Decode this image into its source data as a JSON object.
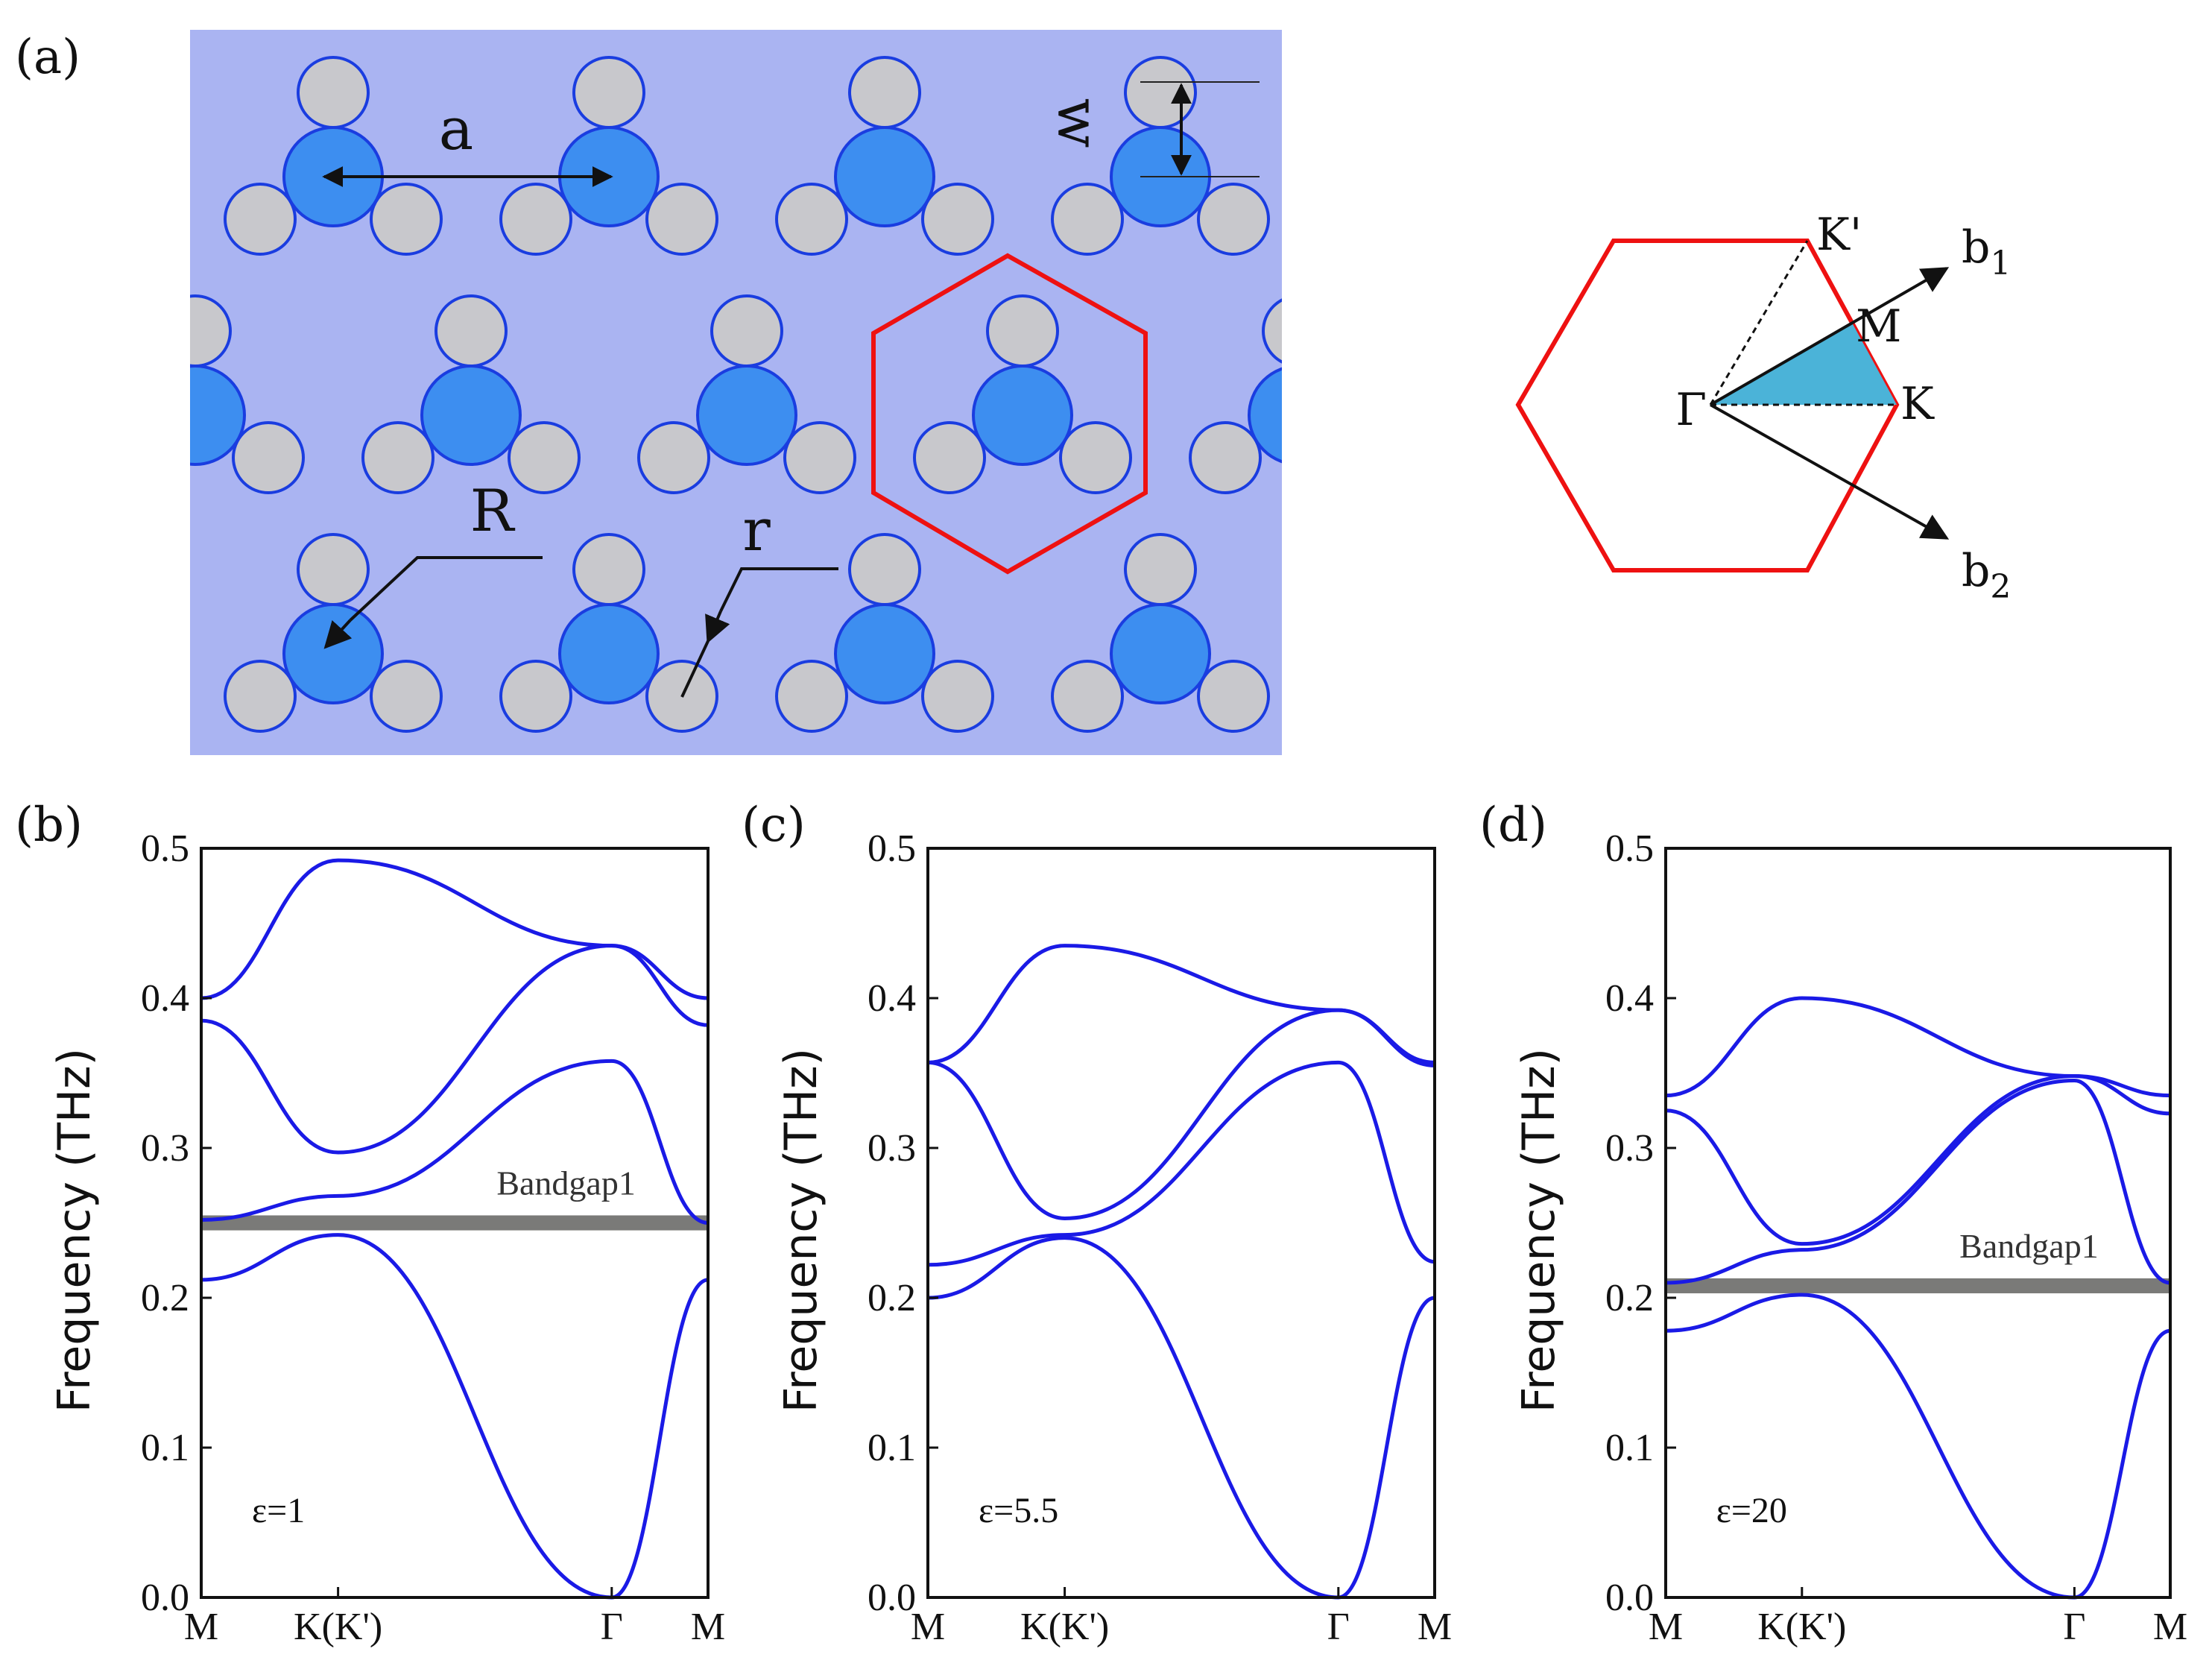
{
  "colors": {
    "lattice_bg": "#aab4f2",
    "large_cylinder": "#3d8ef0",
    "small_cylinder": "#c8c8cc",
    "cylinder_edge": "#1a3de0",
    "hexagon": "#ee1111",
    "ibz_fill": "#4bb3d8",
    "band": "#1a1ae6",
    "bandgap": "#7a7a78"
  },
  "panel_a": {
    "label": "(a)",
    "lattice_labels": {
      "a": "a",
      "w": "w",
      "R": "R",
      "r": "r"
    },
    "bz_labels": {
      "gamma": "Γ",
      "K": "K",
      "K_prime": "K'",
      "M": "M",
      "b1": "b",
      "b1_sub": "1",
      "b2": "b",
      "b2_sub": "2"
    }
  },
  "chart_data": [
    {
      "panel_label": "(b)",
      "type": "line",
      "ylabel": "Frequency  (THz)",
      "ylim": [
        0,
        0.5
      ],
      "yticks": [
        "0.0",
        "0.1",
        "0.2",
        "0.3",
        "0.4",
        "0.5"
      ],
      "x_ticks": [
        "M",
        "K(K')",
        "Γ",
        "M"
      ],
      "annotation": "ε=1",
      "bandgap": {
        "label": "Bandgap1",
        "range": [
          0.245,
          0.255
        ]
      },
      "series": [
        {
          "points": [
            [
              "M",
              0.212
            ],
            [
              "K",
              0.242
            ],
            [
              "Γ",
              0.0
            ],
            [
              "M",
              0.212
            ]
          ]
        },
        {
          "points": [
            [
              "M",
              0.252
            ],
            [
              "K",
              0.268
            ],
            [
              "Γ",
              0.358
            ],
            [
              "M",
              0.25
            ]
          ]
        },
        {
          "points": [
            [
              "M",
              0.385
            ],
            [
              "K",
              0.297
            ],
            [
              "Γ",
              0.435
            ],
            [
              "M",
              0.382
            ]
          ]
        },
        {
          "points": [
            [
              "M",
              0.4
            ],
            [
              "K",
              0.492
            ],
            [
              "Γ",
              0.435
            ],
            [
              "M",
              0.4
            ]
          ]
        }
      ]
    },
    {
      "panel_label": "(c)",
      "type": "line",
      "ylabel": "Frequency  (THz)",
      "ylim": [
        0,
        0.5
      ],
      "yticks": [
        "0.0",
        "0.1",
        "0.2",
        "0.3",
        "0.4",
        "0.5"
      ],
      "x_ticks": [
        "M",
        "K(K')",
        "Γ",
        "M"
      ],
      "annotation": "ε=5.5",
      "series": [
        {
          "points": [
            [
              "M",
              0.2
            ],
            [
              "K",
              0.24
            ],
            [
              "Γ",
              0.0
            ],
            [
              "M",
              0.2
            ]
          ]
        },
        {
          "points": [
            [
              "M",
              0.222
            ],
            [
              "K",
              0.242
            ],
            [
              "Γ",
              0.357
            ],
            [
              "M",
              0.224
            ]
          ]
        },
        {
          "points": [
            [
              "M",
              0.357
            ],
            [
              "K",
              0.253
            ],
            [
              "Γ",
              0.392
            ],
            [
              "M",
              0.355
            ]
          ]
        },
        {
          "points": [
            [
              "M",
              0.357
            ],
            [
              "K",
              0.435
            ],
            [
              "Γ",
              0.392
            ],
            [
              "M",
              0.357
            ]
          ]
        }
      ]
    },
    {
      "panel_label": "(d)",
      "type": "line",
      "ylabel": "Frequency  (THz)",
      "ylim": [
        0,
        0.5
      ],
      "yticks": [
        "0.0",
        "0.1",
        "0.2",
        "0.3",
        "0.4",
        "0.5"
      ],
      "x_ticks": [
        "M",
        "K(K')",
        "Γ",
        "M"
      ],
      "annotation": "ε=20",
      "bandgap": {
        "label": "Bandgap1",
        "range": [
          0.203,
          0.213
        ]
      },
      "series": [
        {
          "points": [
            [
              "M",
              0.178
            ],
            [
              "K",
              0.202
            ],
            [
              "Γ",
              0.0
            ],
            [
              "M",
              0.178
            ]
          ]
        },
        {
          "points": [
            [
              "M",
              0.21
            ],
            [
              "K",
              0.232
            ],
            [
              "Γ",
              0.345
            ],
            [
              "M",
              0.21
            ]
          ]
        },
        {
          "points": [
            [
              "M",
              0.325
            ],
            [
              "K",
              0.236
            ],
            [
              "Γ",
              0.348
            ],
            [
              "M",
              0.323
            ]
          ]
        },
        {
          "points": [
            [
              "M",
              0.335
            ],
            [
              "K",
              0.4
            ],
            [
              "Γ",
              0.348
            ],
            [
              "M",
              0.335
            ]
          ]
        }
      ]
    }
  ]
}
